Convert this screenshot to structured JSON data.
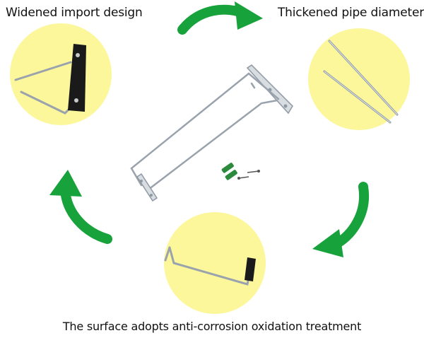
{
  "captions": {
    "top_left": "Widened import design",
    "top_right": "Thickened pipe diameter",
    "bottom": "The surface adopts anti-corrosion oxidation treatment"
  },
  "colors": {
    "circle_fill": "#fbf79a",
    "arrow_green": "#18a23b",
    "metal": "#9aa3ad",
    "bracket": "#1a1a1a",
    "screw_anchor": "#2c8a3c"
  },
  "icons": {
    "arrows": "curved-arrow-icon",
    "product": "stemware-rack-illustration"
  }
}
